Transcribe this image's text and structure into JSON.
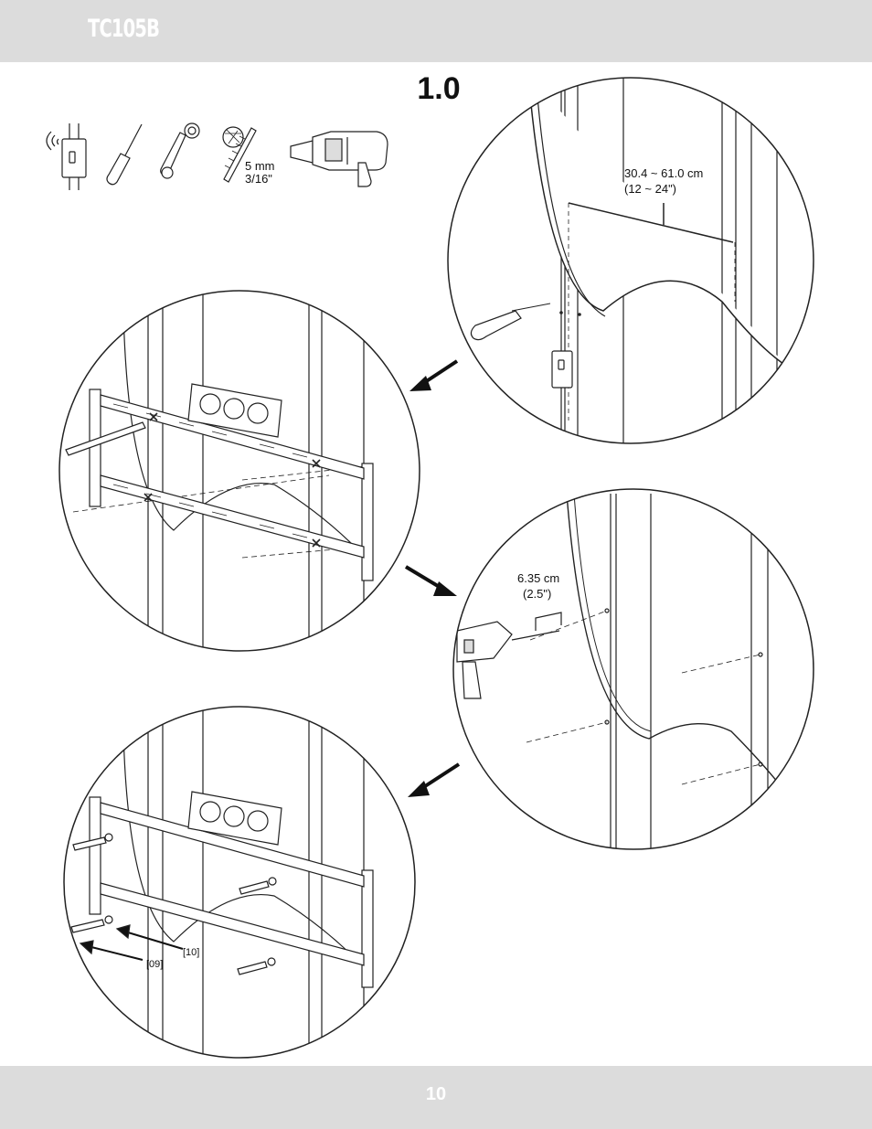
{
  "header": {
    "model": "TC105B"
  },
  "step": {
    "number": "1.0"
  },
  "tools": {
    "drill_bit_size_mm": "5 mm",
    "drill_bit_size_in": "3/16\""
  },
  "panel_stud": {
    "spacing_cm": "30.4 ~ 61.0 cm",
    "spacing_in": "(12 ~ 24\")"
  },
  "panel_drill": {
    "depth_cm": "6.35 cm",
    "depth_in": "(2.5\")"
  },
  "panel_bolts": {
    "part_a": "[10]",
    "part_b": "[09]"
  },
  "footer": {
    "page_number": "10"
  }
}
